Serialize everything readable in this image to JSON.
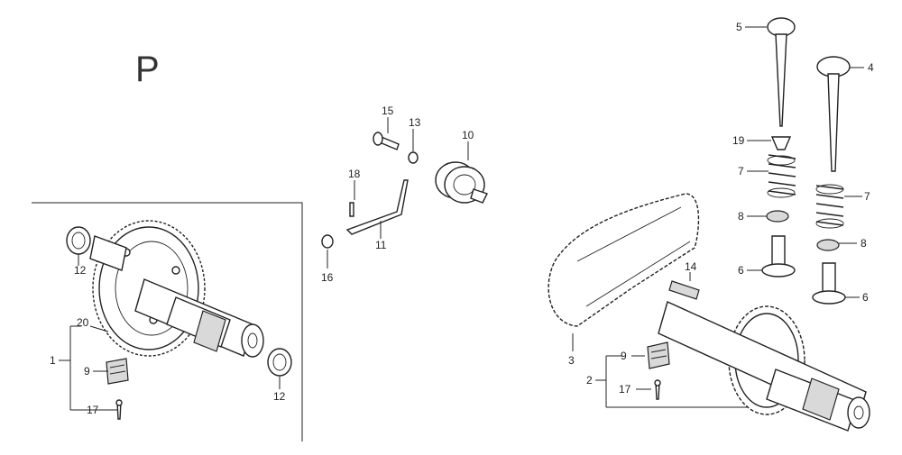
{
  "section_letter": "P",
  "labels": {
    "l1": "1",
    "l2": "2",
    "l3": "3",
    "l4": "4",
    "l5": "5",
    "l6a": "6",
    "l6b": "6",
    "l7a": "7",
    "l7b": "7",
    "l8a": "8",
    "l8b": "8",
    "l9a": "9",
    "l9b": "9",
    "l10": "10",
    "l11": "11",
    "l12a": "12",
    "l12b": "12",
    "l13": "13",
    "l14": "14",
    "l15": "15",
    "l16": "16",
    "l17a": "17",
    "l17b": "17",
    "l18": "18",
    "l19": "19",
    "l20": "20"
  }
}
